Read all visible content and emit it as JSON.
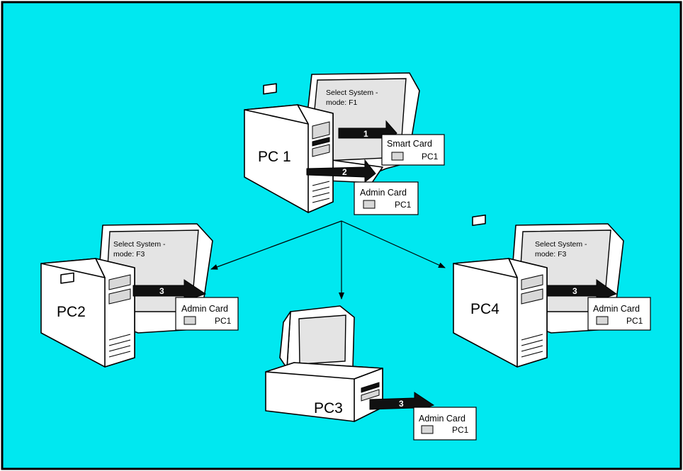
{
  "colors": {
    "background": "#00e8f0",
    "border": "#000000"
  },
  "pc1": {
    "label": "PC 1",
    "screen_line1": "Select System -",
    "screen_line2": "mode: F1",
    "arrow1_number": "1",
    "arrow2_number": "2",
    "smart_card_title": "Smart Card",
    "smart_card_id": "PC1",
    "admin_card_title": "Admin Card",
    "admin_card_id": "PC1"
  },
  "pc2": {
    "label": "PC2",
    "screen_line1": "Select System -",
    "screen_line2": "mode: F3",
    "arrow_number": "3",
    "card_title": "Admin Card",
    "card_id": "PC1"
  },
  "pc3": {
    "label": "PC3",
    "arrow_number": "3",
    "card_title": "Admin Card",
    "card_id": "PC1"
  },
  "pc4": {
    "label": "PC4",
    "screen_line1": "Select System -",
    "screen_line2": "mode: F3",
    "arrow_number": "3",
    "card_title": "Admin Card",
    "card_id": "PC1"
  }
}
